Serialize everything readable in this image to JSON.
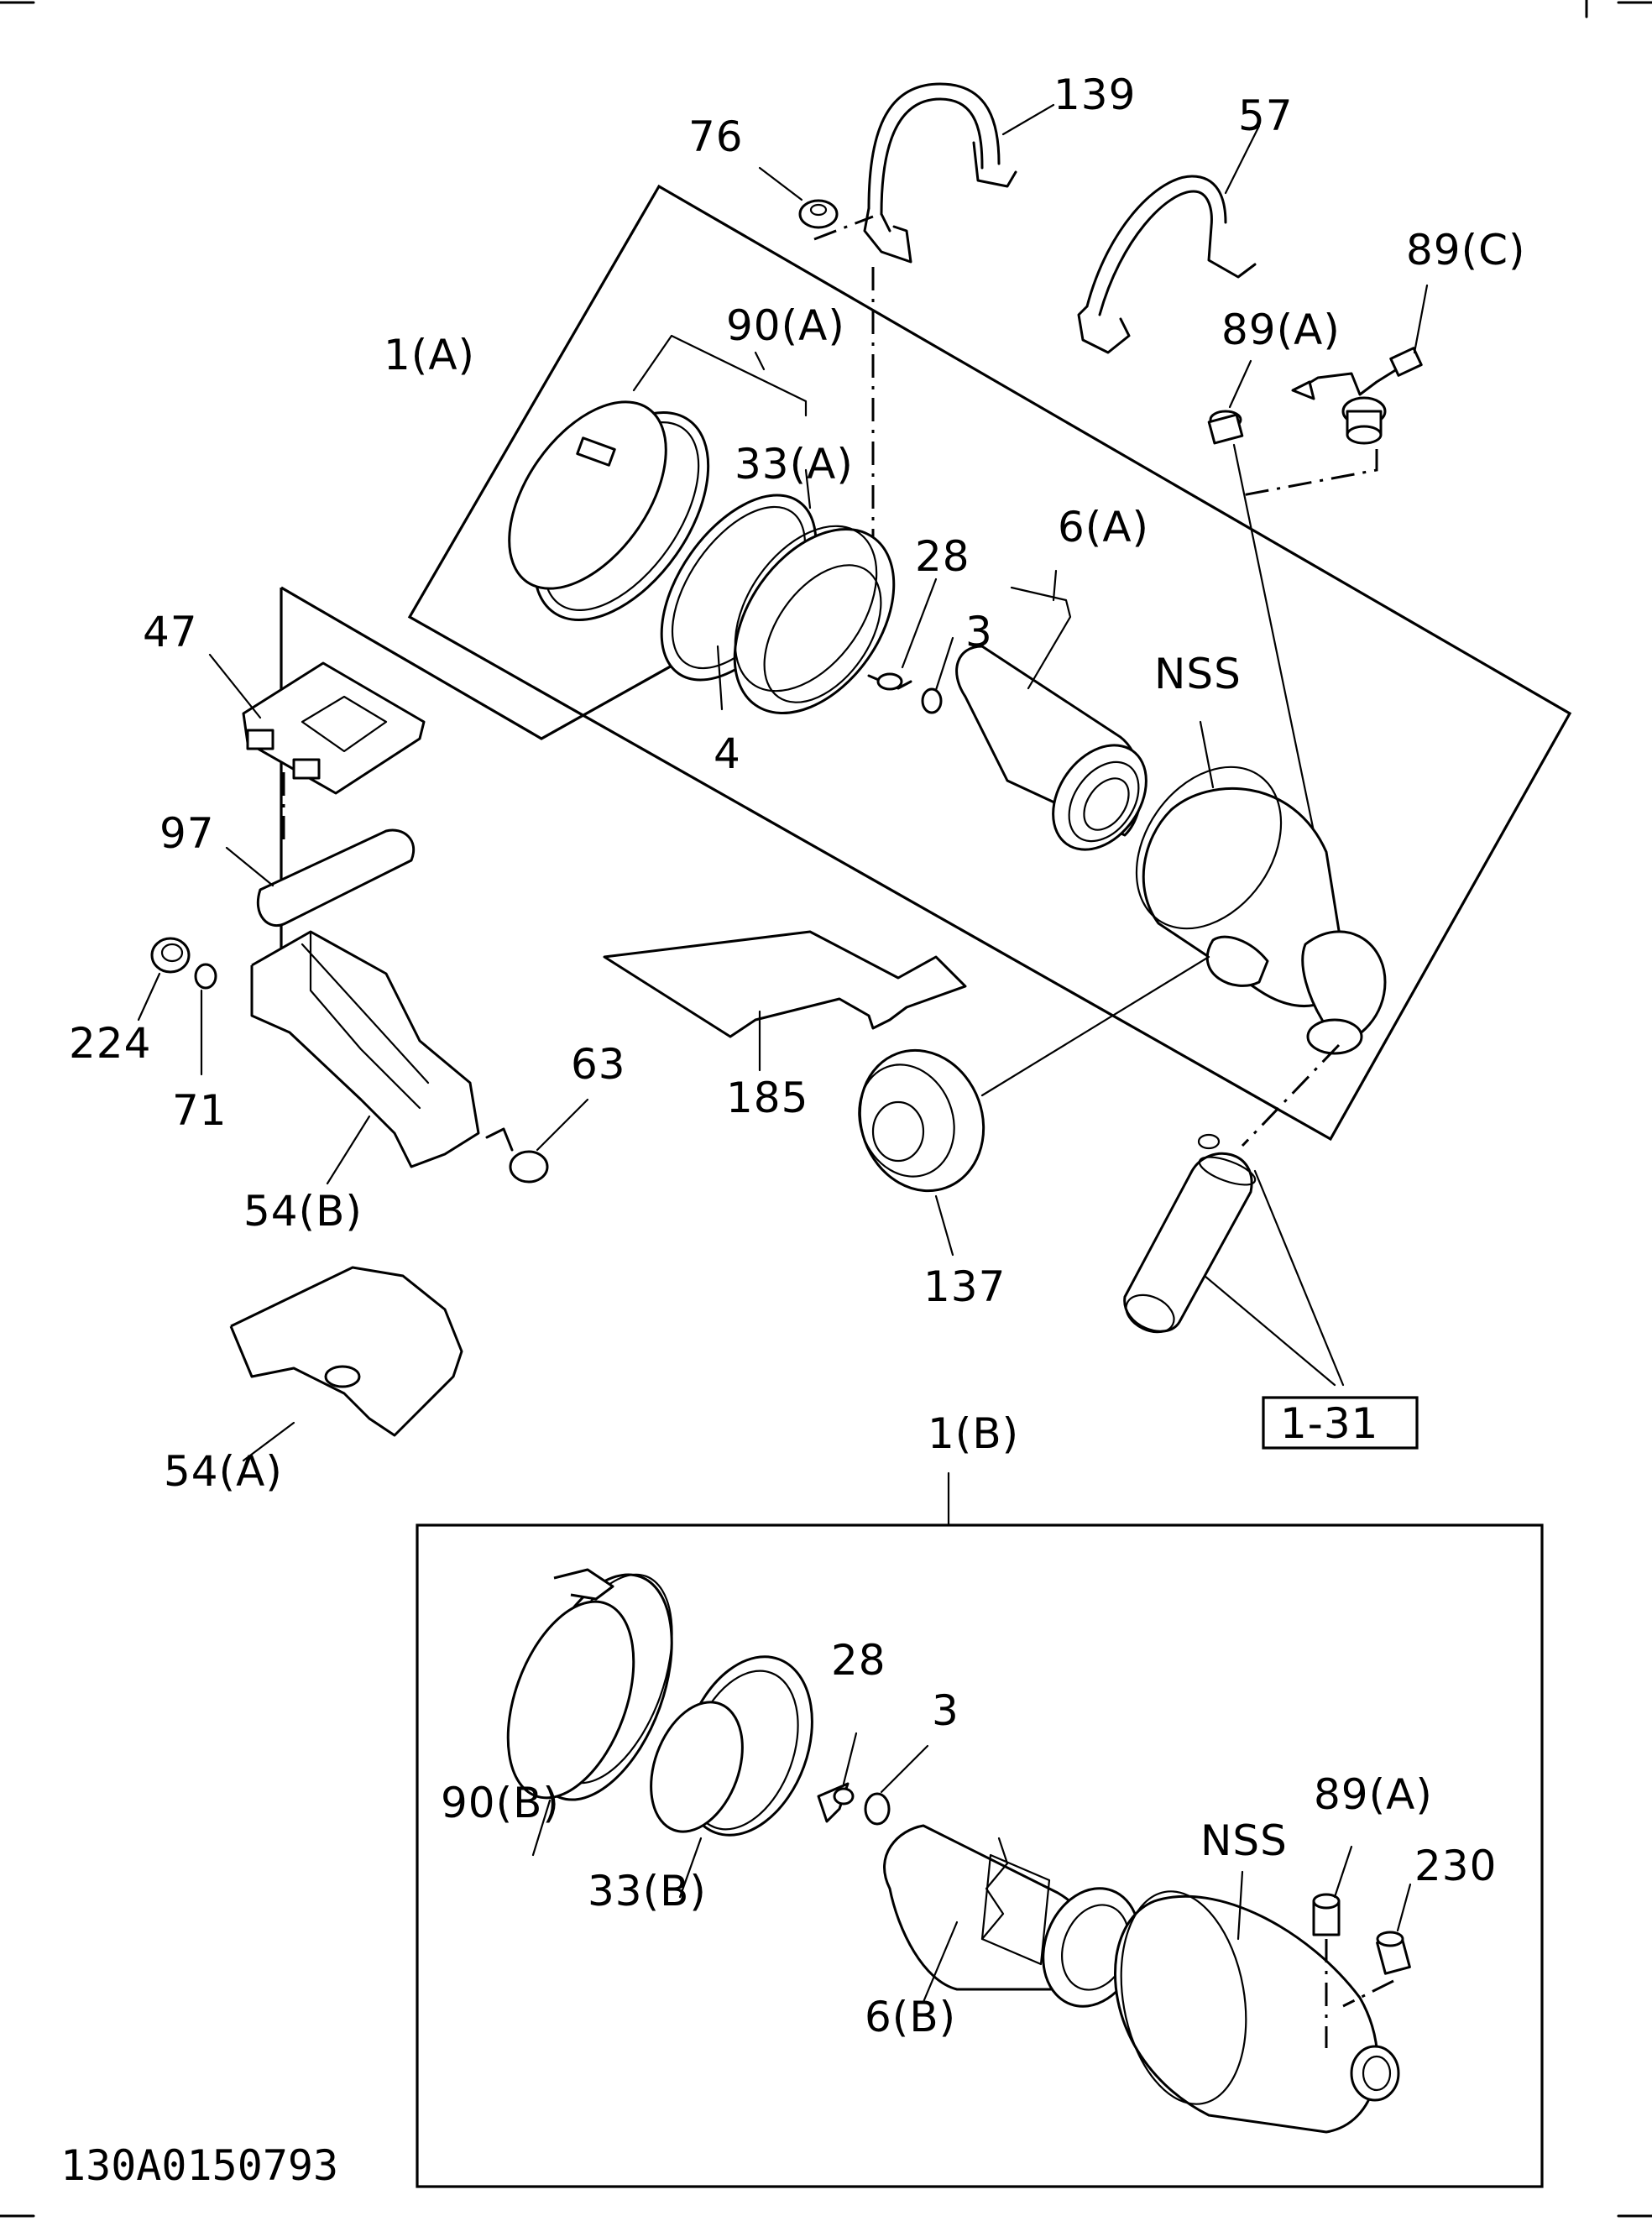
{
  "labels": {
    "p139": "139",
    "p76": "76",
    "p57": "57",
    "p89c": "89(C)",
    "p90a": "90(A)",
    "p89a_top": "89(A)",
    "p1a": "1(A)",
    "p33a": "33(A)",
    "p28_top": "28",
    "p6a": "6(A)",
    "p3_top": "3",
    "p47": "47",
    "p4": "4",
    "pnss_top": "NSS",
    "p97": "97",
    "p224": "224",
    "p71": "71",
    "p63": "63",
    "p185": "185",
    "p54b": "54(B)",
    "p137": "137",
    "p1_31": "1-31",
    "p54a": "54(A)",
    "p1b": "1(B)",
    "p28_bot": "28",
    "p3_bot": "3",
    "p89a_bot": "89(A)",
    "p90b": "90(B)",
    "pnss_bot": "NSS",
    "p230": "230",
    "p33b": "33(B)",
    "p6b": "6(B)"
  },
  "figure_code": "130A0150793"
}
